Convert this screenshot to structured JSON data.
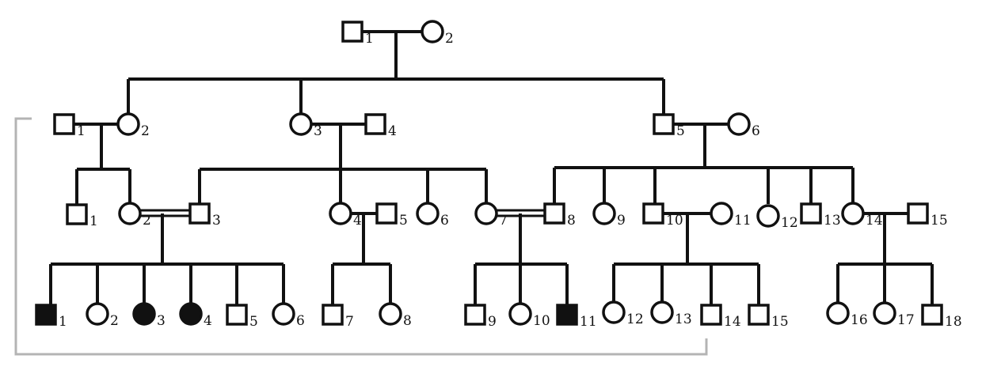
{
  "pedigree": {
    "colors": {
      "ink": "#111111",
      "affected_fill": "#111111",
      "unaffected_fill": "#ffffff",
      "bracket": "#b4b4b4"
    },
    "generations": [
      {
        "individuals": [
          {
            "id": "g1-1",
            "label": "1",
            "sex": "male",
            "affected": false
          },
          {
            "id": "g1-2",
            "label": "2",
            "sex": "female",
            "affected": false
          }
        ]
      },
      {
        "individuals": [
          {
            "id": "g2-1",
            "label": "1",
            "sex": "male",
            "affected": false
          },
          {
            "id": "g2-2",
            "label": "2",
            "sex": "female",
            "affected": false
          },
          {
            "id": "g2-3",
            "label": "3",
            "sex": "female",
            "affected": false
          },
          {
            "id": "g2-4",
            "label": "4",
            "sex": "male",
            "affected": false
          },
          {
            "id": "g2-5",
            "label": "5",
            "sex": "male",
            "affected": false
          },
          {
            "id": "g2-6",
            "label": "6",
            "sex": "female",
            "affected": false
          }
        ]
      },
      {
        "individuals": [
          {
            "id": "g3-1",
            "label": "1",
            "sex": "male",
            "affected": false
          },
          {
            "id": "g3-2",
            "label": "2",
            "sex": "female",
            "affected": false
          },
          {
            "id": "g3-3",
            "label": "3",
            "sex": "male",
            "affected": false
          },
          {
            "id": "g3-4",
            "label": "4",
            "sex": "female",
            "affected": false
          },
          {
            "id": "g3-5",
            "label": "5",
            "sex": "male",
            "affected": false
          },
          {
            "id": "g3-6",
            "label": "6",
            "sex": "female",
            "affected": false
          },
          {
            "id": "g3-7",
            "label": "7",
            "sex": "female",
            "affected": false
          },
          {
            "id": "g3-8",
            "label": "8",
            "sex": "male",
            "affected": false
          },
          {
            "id": "g3-9",
            "label": "9",
            "sex": "female",
            "affected": false
          },
          {
            "id": "g3-10",
            "label": "10",
            "sex": "male",
            "affected": false
          },
          {
            "id": "g3-11",
            "label": "11",
            "sex": "female",
            "affected": false
          },
          {
            "id": "g3-12",
            "label": "12",
            "sex": "female",
            "affected": false
          },
          {
            "id": "g3-13",
            "label": "13",
            "sex": "male",
            "affected": false
          },
          {
            "id": "g3-14",
            "label": "14",
            "sex": "female",
            "affected": false
          },
          {
            "id": "g3-15",
            "label": "15",
            "sex": "male",
            "affected": false
          }
        ]
      },
      {
        "individuals": [
          {
            "id": "g4-1",
            "label": "1",
            "sex": "male",
            "affected": true
          },
          {
            "id": "g4-2",
            "label": "2",
            "sex": "female",
            "affected": false
          },
          {
            "id": "g4-3",
            "label": "3",
            "sex": "female",
            "affected": true
          },
          {
            "id": "g4-4",
            "label": "4",
            "sex": "female",
            "affected": true
          },
          {
            "id": "g4-5",
            "label": "5",
            "sex": "male",
            "affected": false
          },
          {
            "id": "g4-6",
            "label": "6",
            "sex": "female",
            "affected": false
          },
          {
            "id": "g4-7",
            "label": "7",
            "sex": "male",
            "affected": false
          },
          {
            "id": "g4-8",
            "label": "8",
            "sex": "female",
            "affected": false
          },
          {
            "id": "g4-9",
            "label": "9",
            "sex": "male",
            "affected": false
          },
          {
            "id": "g4-10",
            "label": "10",
            "sex": "female",
            "affected": false
          },
          {
            "id": "g4-11",
            "label": "11",
            "sex": "male",
            "affected": true
          },
          {
            "id": "g4-12",
            "label": "12",
            "sex": "female",
            "affected": false
          },
          {
            "id": "g4-13",
            "label": "13",
            "sex": "female",
            "affected": false
          },
          {
            "id": "g4-14",
            "label": "14",
            "sex": "male",
            "affected": false
          },
          {
            "id": "g4-15",
            "label": "15",
            "sex": "male",
            "affected": false
          },
          {
            "id": "g4-16",
            "label": "16",
            "sex": "female",
            "affected": false
          },
          {
            "id": "g4-17",
            "label": "17",
            "sex": "female",
            "affected": false
          },
          {
            "id": "g4-18",
            "label": "18",
            "sex": "male",
            "affected": false
          }
        ]
      }
    ],
    "matings": [
      {
        "a": "g1-1",
        "b": "g1-2",
        "consanguineous": false
      },
      {
        "a": "g2-1",
        "b": "g2-2",
        "consanguineous": false
      },
      {
        "a": "g2-3",
        "b": "g2-4",
        "consanguineous": false
      },
      {
        "a": "g2-5",
        "b": "g2-6",
        "consanguineous": false
      },
      {
        "a": "g3-2",
        "b": "g3-3",
        "consanguineous": true
      },
      {
        "a": "g3-4",
        "b": "g3-5",
        "consanguineous": false
      },
      {
        "a": "g3-7",
        "b": "g3-8",
        "consanguineous": true
      },
      {
        "a": "g3-10",
        "b": "g3-11",
        "consanguineous": false
      },
      {
        "a": "g3-14",
        "b": "g3-15",
        "consanguineous": false
      }
    ]
  }
}
